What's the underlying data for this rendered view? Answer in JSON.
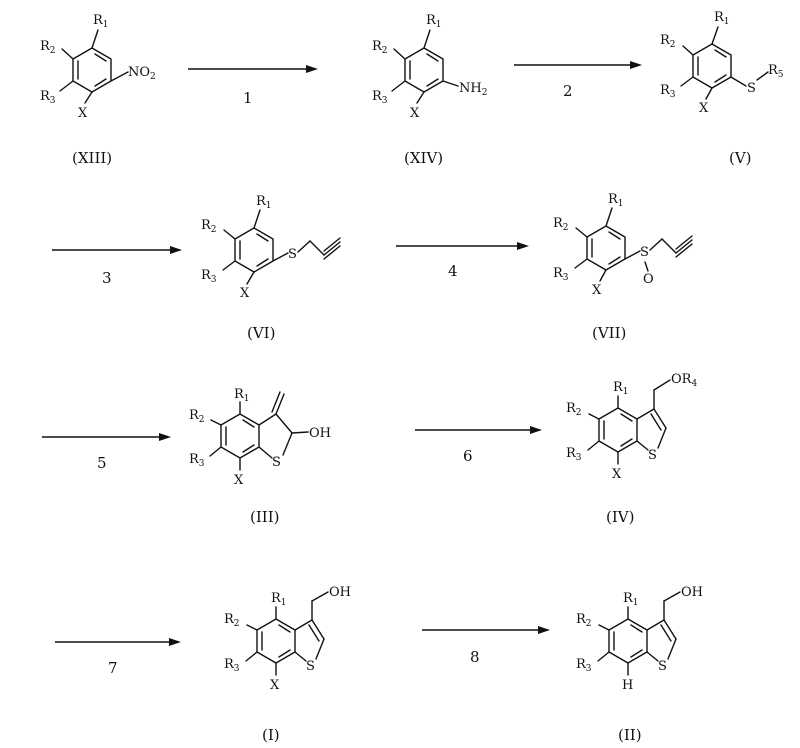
{
  "scheme": {
    "compounds": [
      {
        "id": "XIII",
        "label": "(XIII)",
        "substituents": [
          "R1",
          "R2",
          "R3",
          "X",
          "NO2"
        ]
      },
      {
        "id": "XIV",
        "label": "(XIV)",
        "substituents": [
          "R1",
          "R2",
          "R3",
          "X",
          "NH2"
        ]
      },
      {
        "id": "V",
        "label": "(V)",
        "substituents": [
          "R1",
          "R2",
          "R3",
          "X",
          "S",
          "R5"
        ]
      },
      {
        "id": "VI",
        "label": "(VI)",
        "substituents": [
          "R1",
          "R2",
          "R3",
          "X",
          "S"
        ]
      },
      {
        "id": "VII",
        "label": "(VII)",
        "substituents": [
          "R1",
          "R2",
          "R3",
          "X",
          "S",
          "O"
        ]
      },
      {
        "id": "III",
        "label": "(III)",
        "substituents": [
          "R1",
          "R2",
          "R3",
          "X",
          "S",
          "OH"
        ]
      },
      {
        "id": "IV",
        "label": "(IV)",
        "substituents": [
          "R1",
          "R2",
          "R3",
          "X",
          "S",
          "OR4"
        ]
      },
      {
        "id": "I",
        "label": "(I)",
        "substituents": [
          "R1",
          "R2",
          "R3",
          "X",
          "S",
          "OH"
        ]
      },
      {
        "id": "II",
        "label": "(II)",
        "substituents": [
          "R1",
          "R2",
          "R3",
          "H",
          "S",
          "OH"
        ]
      }
    ],
    "steps": [
      "1",
      "2",
      "3",
      "4",
      "5",
      "6",
      "7",
      "8"
    ]
  }
}
